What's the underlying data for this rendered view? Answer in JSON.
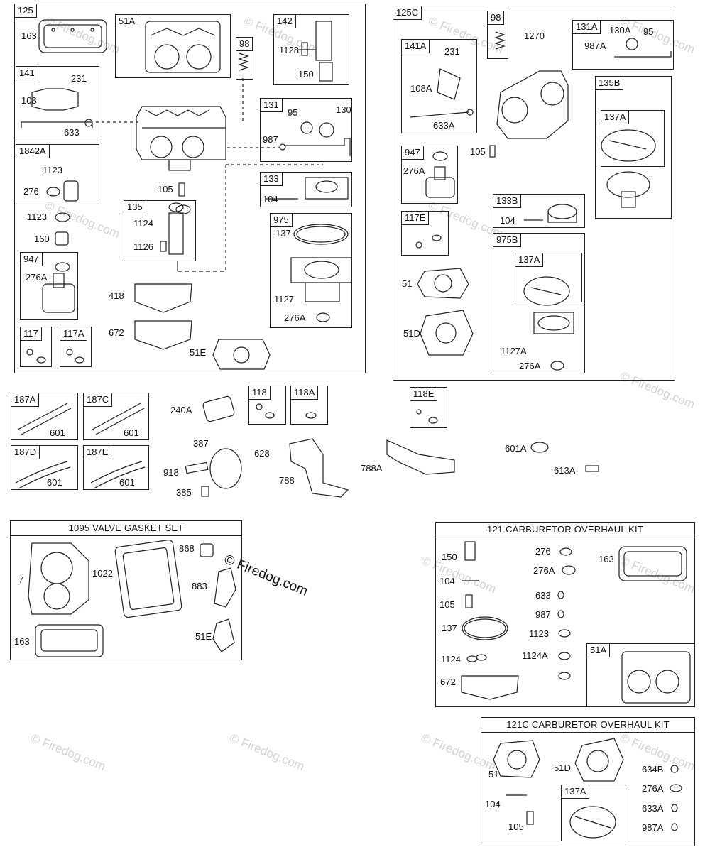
{
  "watermark": "© Firedog.com",
  "panels": {
    "p125": "125",
    "p163": "163",
    "p51A": "51A",
    "p98a": "98",
    "p142": "142",
    "p1128": "1128",
    "p150": "150",
    "p141": "141",
    "p231": "231",
    "p108": "108",
    "p633": "633",
    "p131": "131",
    "p95": "95",
    "p130": "130",
    "p987": "987",
    "p1842A": "1842A",
    "p1123a": "1123",
    "p276": "276",
    "p1123b": "1123",
    "p160": "160",
    "p105a": "105",
    "p133": "133",
    "p104a": "104",
    "p135": "135",
    "p1124": "1124",
    "p1126": "1126",
    "p975": "975",
    "p137": "137",
    "p1127": "1127",
    "p276Aa": "276A",
    "p947a": "947",
    "p276Ab": "276A",
    "p418": "418",
    "p672": "672",
    "p51E": "51E",
    "p117": "117",
    "p117A": "117A",
    "p125C": "125C",
    "p98b": "98",
    "p1270": "1270",
    "p131A": "131A",
    "p130A": "130A",
    "p95b": "95",
    "p987A": "987A",
    "p141A": "141A",
    "p231b": "231",
    "p108A": "108A",
    "p633A": "633A",
    "p135B": "135B",
    "p137Aa": "137A",
    "p947b": "947",
    "p276Ac": "276A",
    "p105b": "105",
    "p133B": "133B",
    "p104b": "104",
    "p117E": "117E",
    "p975B": "975B",
    "p137Ab": "137A",
    "p51": "51",
    "p51D": "51D",
    "p1127A": "1127A",
    "p276Ad": "276A"
  },
  "misc": {
    "p187A": "187A",
    "p601a": "601",
    "p187C": "187C",
    "p601b": "601",
    "p187D": "187D",
    "p601c": "601",
    "p187E": "187E",
    "p601d": "601",
    "p240A": "240A",
    "p118": "118",
    "p118A": "118A",
    "p118E": "118E",
    "p387": "387",
    "p918": "918",
    "p385": "385",
    "p628": "628",
    "p788": "788",
    "p788A": "788A",
    "p601A": "601A",
    "p613A": "613A"
  },
  "kit1095": {
    "title": "1095 VALVE GASKET SET",
    "p7": "7",
    "p1022": "1022",
    "p868": "868",
    "p883": "883",
    "p163": "163",
    "p51E": "51E"
  },
  "kit121": {
    "title": "121 CARBURETOR OVERHAUL KIT",
    "p150": "150",
    "p276": "276",
    "p276A": "276A",
    "p163": "163",
    "p104": "104",
    "p633": "633",
    "p105": "105",
    "p987": "987",
    "p137": "137",
    "p1123": "1123",
    "p1124": "1124",
    "p1124A": "1124A",
    "p51A": "51A",
    "p672": "672"
  },
  "kit121C": {
    "title": "121C CARBURETOR OVERHAUL KIT",
    "p51": "51",
    "p51D": "51D",
    "p634B": "634B",
    "p276A": "276A",
    "p633A": "633A",
    "p104": "104",
    "p137A": "137A",
    "p105": "105",
    "p987A": "987A"
  }
}
